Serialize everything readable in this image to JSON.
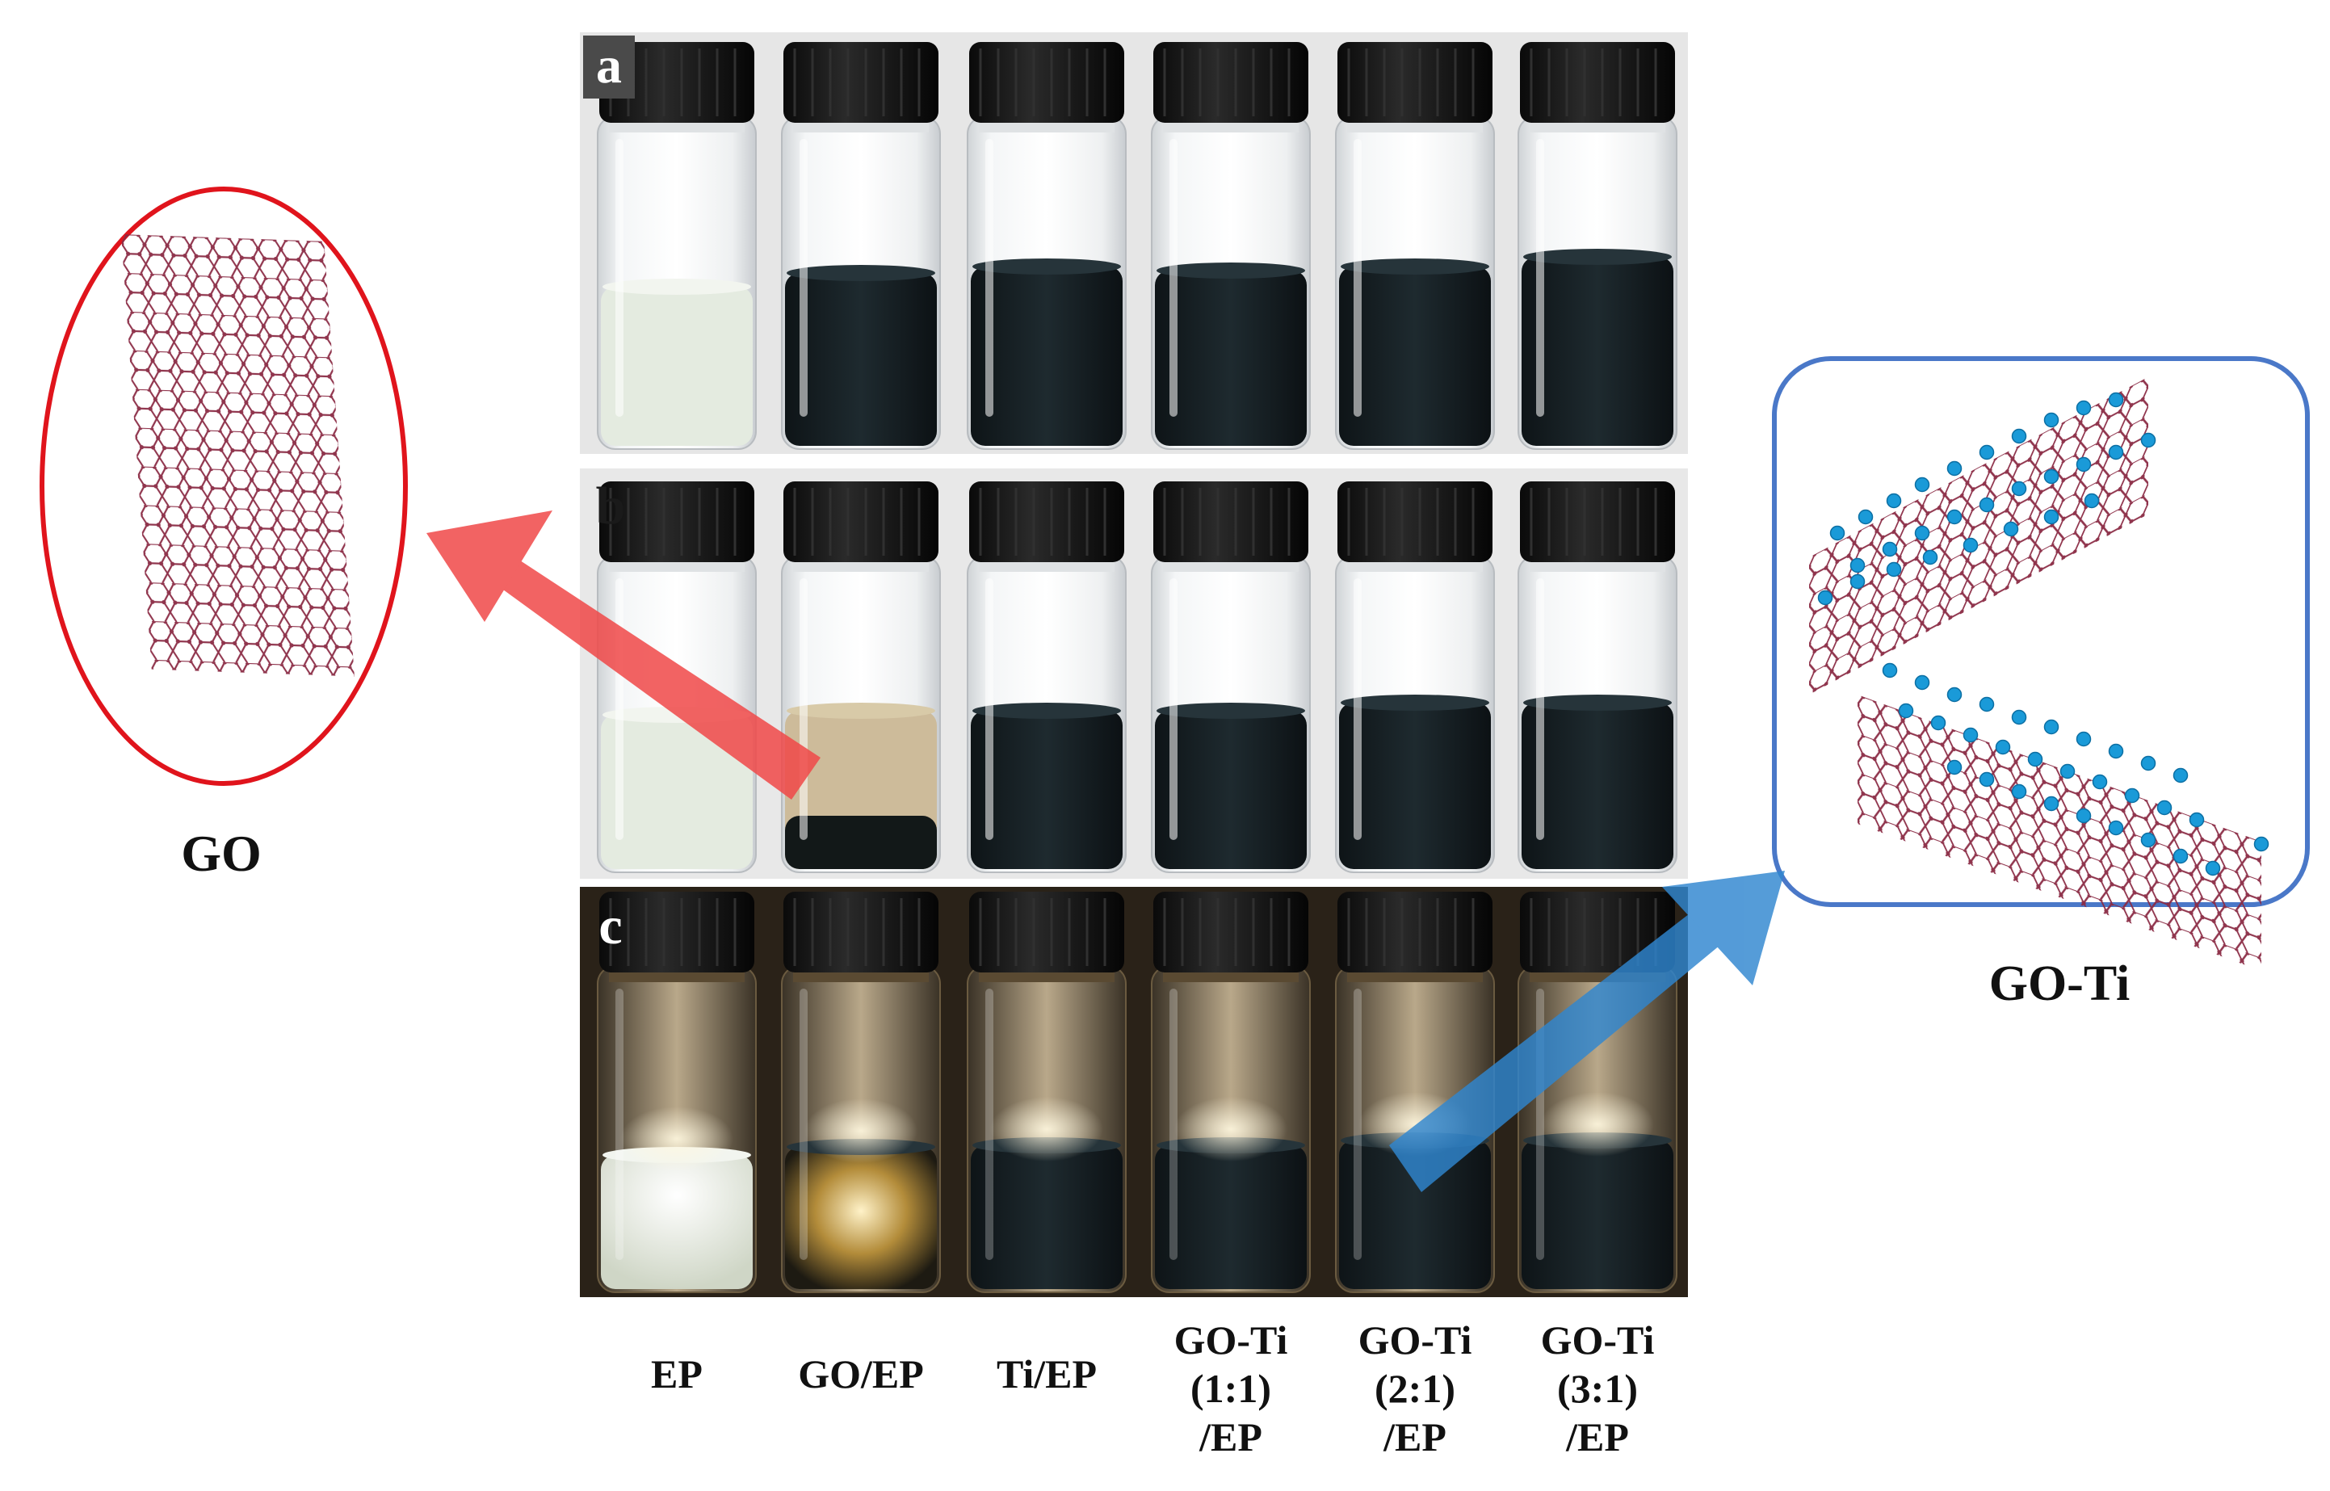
{
  "panels": [
    {
      "letter": "a"
    },
    {
      "letter": "b"
    },
    {
      "letter": "c"
    }
  ],
  "samples": [
    {
      "lines": [
        "EP"
      ]
    },
    {
      "lines": [
        "GO/EP"
      ]
    },
    {
      "lines": [
        "Ti/EP"
      ]
    },
    {
      "lines": [
        "GO-Ti",
        "(1:1)",
        "/EP"
      ]
    },
    {
      "lines": [
        "GO-Ti",
        "(2:1)",
        "/EP"
      ]
    },
    {
      "lines": [
        "GO-Ti",
        "(3:1)",
        "/EP"
      ]
    }
  ],
  "insets": {
    "left_label": "GO",
    "right_label": "GO-Ti"
  },
  "colors": {
    "go_frame": "#e0141c",
    "goti_frame": "#4a78c8",
    "go_arrow": "#f04848",
    "goti_arrow": "#2f86d0",
    "atom_blue": "#1a9ad8",
    "lattice": "#8a2a44"
  }
}
